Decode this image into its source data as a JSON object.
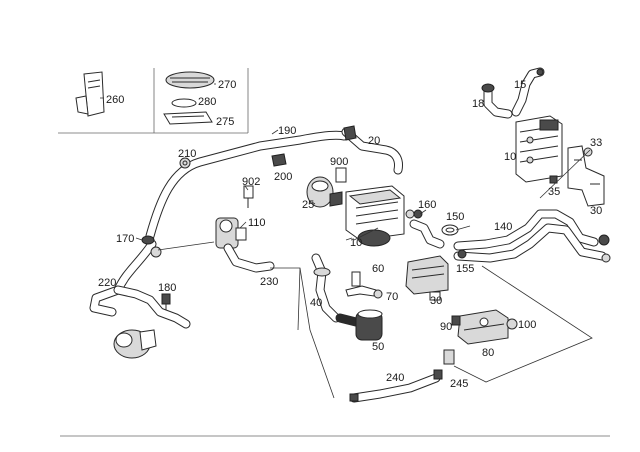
{
  "labels": {
    "p260": "260",
    "p270": "270",
    "p280": "280",
    "p275": "275",
    "p190": "190",
    "p20": "20",
    "p210": "210",
    "p900": "900",
    "p200": "200",
    "p902": "902",
    "p25": "25",
    "p110": "110",
    "p160": "160",
    "p150": "150",
    "p140": "140",
    "p170": "170",
    "p10a": "10",
    "p60": "60",
    "p155": "155",
    "p230": "230",
    "p220": "220",
    "p180": "180",
    "p70": "70",
    "p30a": "30",
    "p40": "40",
    "p90": "90",
    "p100": "100",
    "p50": "50",
    "p80": "80",
    "p240": "240",
    "p245": "245",
    "p15": "15",
    "p18": "18",
    "p10b": "10",
    "p33": "33",
    "p35": "35",
    "p30b": "30"
  },
  "colors": {
    "line": "#2a2a2a",
    "fill_light": "#d9d9d9",
    "fill_dark": "#4a4a4a",
    "background": "#ffffff"
  }
}
